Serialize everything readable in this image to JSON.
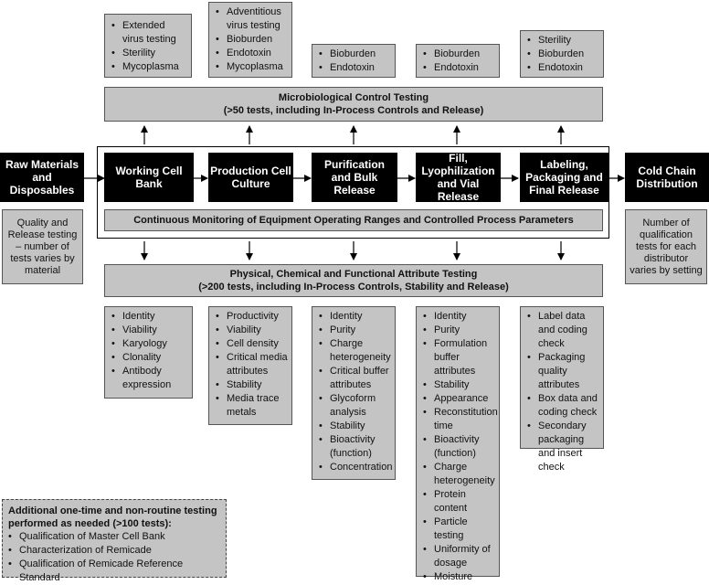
{
  "top_lists": [
    [
      "Extended virus testing",
      "Sterility",
      "Mycoplasma"
    ],
    [
      "Adventitious virus testing",
      "Bioburden",
      "Endotoxin",
      "Mycoplasma"
    ],
    [
      "Bioburden",
      "Endotoxin"
    ],
    [
      "Bioburden",
      "Endotoxin"
    ],
    [
      "Sterility",
      "Bioburden",
      "Endotoxin"
    ]
  ],
  "micro_banner": {
    "line1": "Microbiological Control Testing",
    "line2": "(>50 tests, including In-Process Controls and Release)"
  },
  "process": {
    "raw_materials": "Raw Materials and Disposables",
    "steps": [
      "Working Cell Bank",
      "Production Cell Culture",
      "Purification and Bulk Release",
      "Fill, Lyophilization and Vial Release",
      "Labeling, Packaging and Final Release"
    ],
    "cold_chain": "Cold Chain Distribution",
    "monitoring": "Continuous Monitoring of Equipment Operating Ranges and Controlled Process Parameters"
  },
  "left_note": "Quality and Release testing – number of tests varies by material",
  "right_note": "Number of qualification tests for each distributor varies by setting",
  "phys_banner": {
    "line1": "Physical, Chemical and Functional Attribute Testing",
    "line2": "(>200 tests, including In-Process Controls, Stability and Release)"
  },
  "bottom_lists": [
    [
      "Identity",
      "Viability",
      "Karyology",
      "Clonality",
      "Antibody expression"
    ],
    [
      "Productivity",
      "Viability",
      "Cell density",
      "Critical media attributes",
      "Stability",
      "Media trace metals"
    ],
    [
      "Identity",
      "Purity",
      "Charge heterogeneity",
      "Critical buffer attributes",
      "Glycoform analysis",
      "Stability",
      "Bioactivity (function)",
      "Concentration"
    ],
    [
      "Identity",
      "Purity",
      "Formulation buffer attributes",
      "Stability",
      "Appearance",
      "Reconstitution time",
      "Bioactivity (function)",
      "Charge heterogeneity",
      "Protein content",
      "Particle testing",
      "Uniformity of dosage",
      "Moisture"
    ],
    [
      "Label data and coding check",
      "Packaging quality attributes",
      "Box data and coding check",
      "Secondary packaging and insert check"
    ]
  ],
  "additional": {
    "title": "Additional one-time and non-routine testing performed as needed (>100 tests):",
    "items": [
      "Qualification of Master Cell Bank",
      "Characterization of Remicade",
      "Qualification of Remicade Reference Standard"
    ]
  }
}
